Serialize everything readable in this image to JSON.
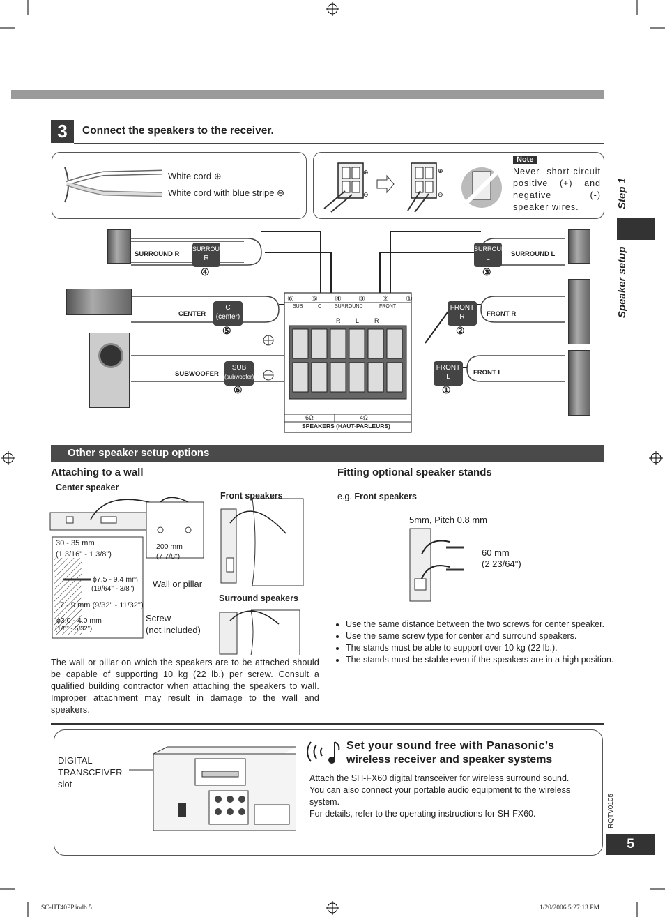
{
  "step": {
    "number": "3",
    "title": "Connect the speakers to the receiver."
  },
  "cords": {
    "white": "White cord ⊕",
    "stripe": "White cord with blue stripe ⊖"
  },
  "note": {
    "label": "Note",
    "text": "Never short-circuit positive (+) and negative (-) speaker wires."
  },
  "side": {
    "step": "Step 1",
    "section": "Speaker setup"
  },
  "speakers": {
    "surround_r": "SURROUND R",
    "surround_l": "SURROUND L",
    "center": "CENTER",
    "front_r": "FRONT R",
    "subwoofer": "SUBWOOFER",
    "front_l": "FRONT L",
    "tag_surround_r": [
      "SURROUND",
      "R"
    ],
    "tag_surround_l": [
      "SURROUND",
      "L"
    ],
    "tag_center": [
      "C",
      "(center)"
    ],
    "tag_front_r": [
      "FRONT",
      "R"
    ],
    "tag_sub": [
      "SUB",
      "(subwoofer)"
    ],
    "tag_front_l": [
      "FRONT",
      "L"
    ],
    "nums": [
      "④",
      "③",
      "⑤",
      "②",
      "⑥",
      "①"
    ]
  },
  "terminal": {
    "top_nums": [
      "⑥",
      "⑤",
      "④",
      "③",
      "②",
      "①"
    ],
    "group_labels": [
      "SUB",
      "C",
      "SURROUND",
      "FRONT"
    ],
    "rl": [
      "R",
      "L",
      "R"
    ],
    "ohm": [
      "6Ω",
      "4Ω"
    ],
    "footer": "SPEAKERS (HAUT-PARLEURS)",
    "plus": "⊕",
    "minus": "⊖"
  },
  "other": {
    "title": "Other speaker setup options"
  },
  "wall": {
    "title": "Attaching to a wall",
    "center_speaker": "Center speaker",
    "front_speakers": "Front speakers",
    "surround_speakers": "Surround speakers",
    "dim1": "30 - 35 mm",
    "dim1b": "(1 3/16\" - 1 3/8\")",
    "dim2": "ϕ7.5 - 9.4 mm",
    "dim2b": "(19/64\" - 3/8\")",
    "dim3": "7 - 9 mm (9/32\" - 11/32\")",
    "dim4": "ϕ3.0 - 4.0 mm",
    "dim4b": "(1/8\" - 5/32\")",
    "dim5": "200 mm",
    "dim5b": "(7 7/8\")",
    "wall_or_pillar": "Wall or pillar",
    "screw": "Screw",
    "screw2": "(not included)",
    "para": "The wall or pillar on which the speakers are to be attached should be capable of supporting 10 kg (22 lb.) per screw. Consult a qualified building contractor when attaching the speakers to wall. Improper attachment may result in damage to the wall and speakers."
  },
  "stands": {
    "title": "Fitting optional speaker stands",
    "eg": "e.g.",
    "eg_bold": "Front speakers",
    "pitch": "5mm, Pitch 0.8 mm",
    "len": "60 mm",
    "len2": "(2 23/64\")",
    "bullets": [
      "Use the same distance between the two screws for center speaker.",
      "Use the same screw type for center and surround speakers.",
      "The stands must be able to support over 10 kg (22 lb.).",
      "The stands must be stable even if the speakers are in a high position."
    ]
  },
  "wireless": {
    "slot_label": [
      "DIGITAL",
      "TRANSCEIVER",
      "slot"
    ],
    "title1": "Set your sound free with Panasonic’s",
    "title2": "wireless receiver and speaker systems",
    "body": [
      "Attach the SH-FX60 digital transceiver for wireless surround sound.",
      "You can also connect your portable audio equipment to the wireless system.",
      "For details, refer to the operating instructions for SH-FX60."
    ]
  },
  "page": {
    "code": "RQTV0105",
    "number": "5"
  },
  "footer": {
    "file": "SC-HT40PP.indb   5",
    "date": "1/20/2006   5:27:13 PM"
  }
}
